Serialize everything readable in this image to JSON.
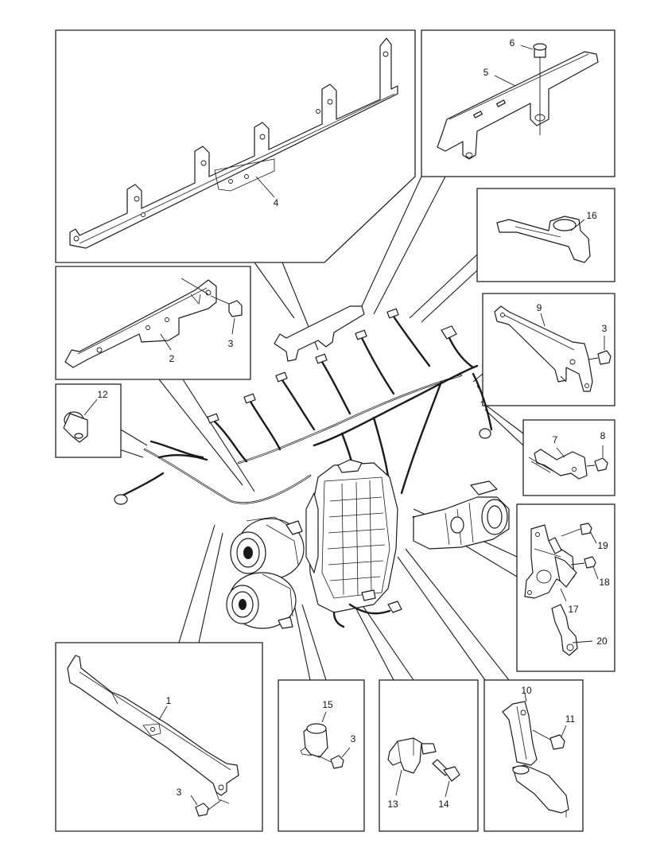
{
  "callouts": [
    {
      "id": "4",
      "text": "4"
    },
    {
      "id": "6",
      "text": "6"
    },
    {
      "id": "5",
      "text": "5"
    },
    {
      "id": "16",
      "text": "16"
    },
    {
      "id": "2",
      "text": "2"
    },
    {
      "id": "3-panel2",
      "text": "3"
    },
    {
      "id": "9",
      "text": "9"
    },
    {
      "id": "3-panel9",
      "text": "3"
    },
    {
      "id": "12",
      "text": "12"
    },
    {
      "id": "7",
      "text": "7"
    },
    {
      "id": "8",
      "text": "8"
    },
    {
      "id": "19",
      "text": "19"
    },
    {
      "id": "18",
      "text": "18"
    },
    {
      "id": "17",
      "text": "17"
    },
    {
      "id": "20",
      "text": "20"
    },
    {
      "id": "1",
      "text": "1"
    },
    {
      "id": "3-panel1",
      "text": "3"
    },
    {
      "id": "15",
      "text": "15"
    },
    {
      "id": "3-panel15",
      "text": "3"
    },
    {
      "id": "13",
      "text": "13"
    },
    {
      "id": "14",
      "text": "14"
    },
    {
      "id": "10",
      "text": "10"
    },
    {
      "id": "11",
      "text": "11"
    }
  ]
}
